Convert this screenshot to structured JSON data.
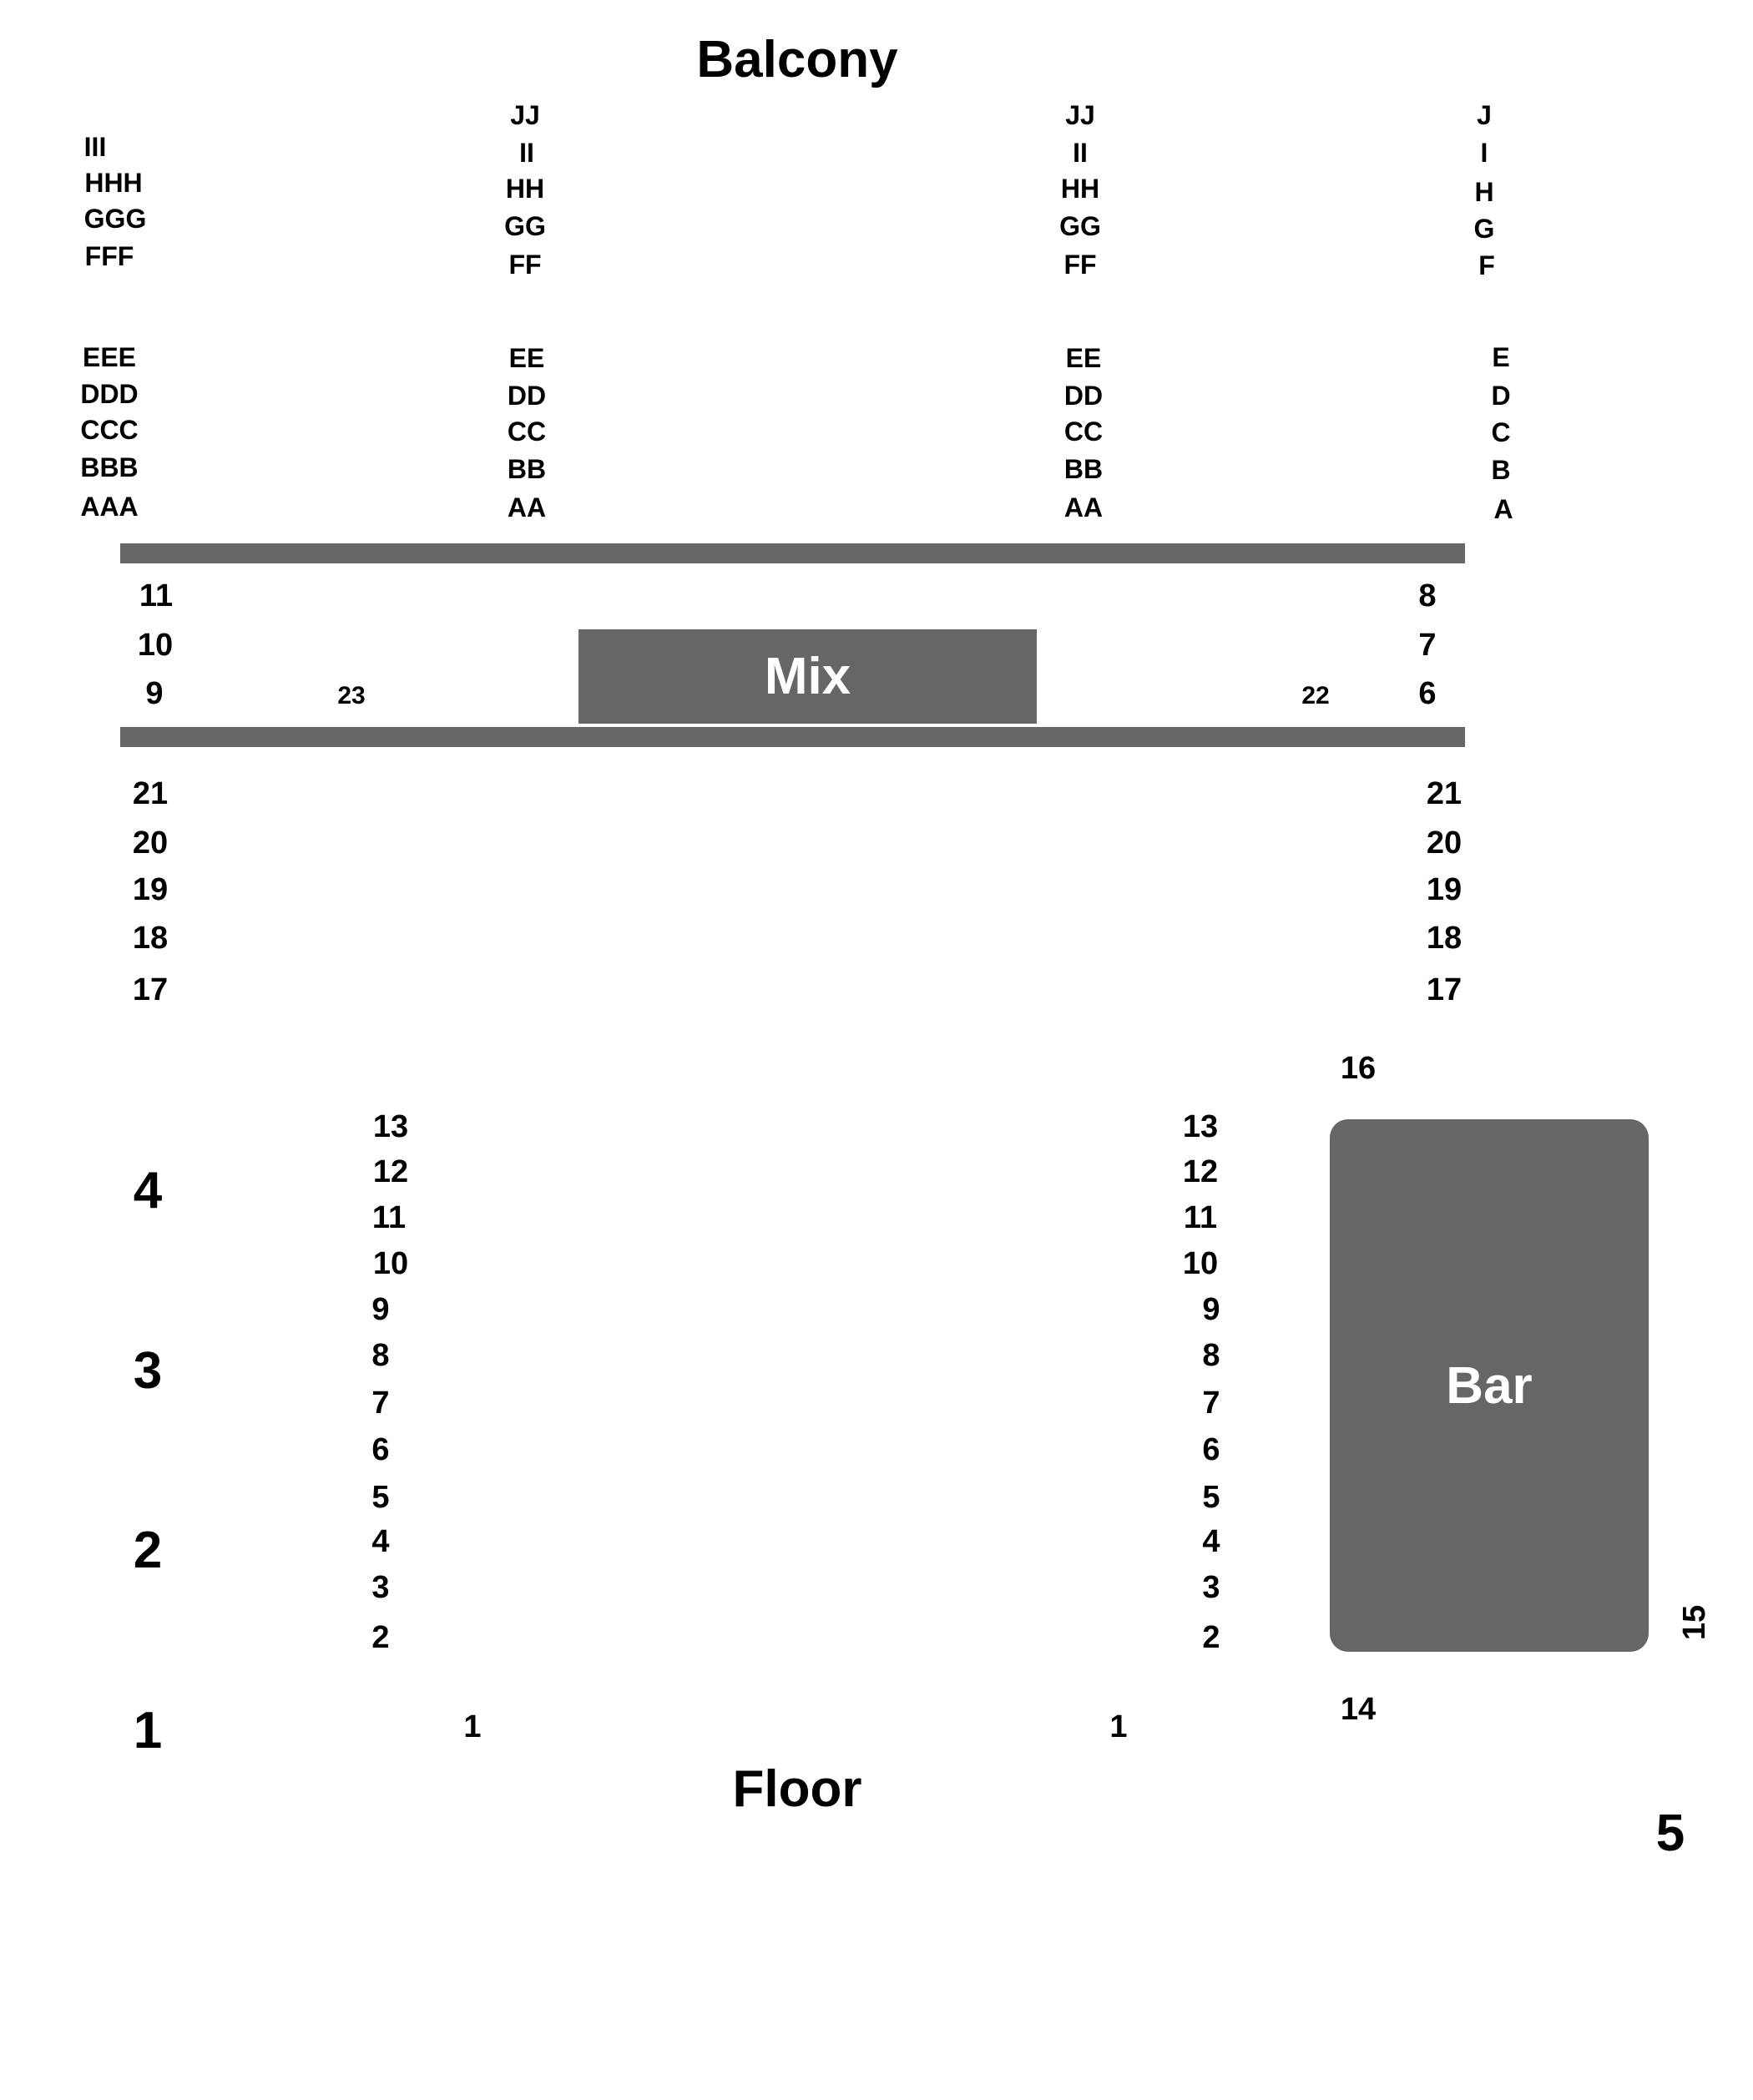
{
  "titles": {
    "balcony": "Balcony",
    "floor": "Floor"
  },
  "areas": {
    "mix": "Mix",
    "bar": "Bar"
  },
  "balcony_rows": {
    "left": [
      "III",
      "HHH",
      "GGG",
      "FFF",
      "EEE",
      "DDD",
      "CCC",
      "BBB",
      "AAA"
    ],
    "center_left": [
      "JJ",
      "II",
      "HH",
      "GG",
      "FF",
      "EE",
      "DD",
      "CC",
      "BB",
      "AA"
    ],
    "center_right": [
      "JJ",
      "II",
      "HH",
      "GG",
      "FF",
      "EE",
      "DD",
      "CC",
      "BB",
      "AA"
    ],
    "right": [
      "J",
      "I",
      "H",
      "G",
      "F",
      "E",
      "D",
      "C",
      "B",
      "A"
    ]
  },
  "mix_rows": {
    "left": [
      "11",
      "10",
      "9"
    ],
    "right": [
      "8",
      "7",
      "6"
    ],
    "inner_left": "23",
    "inner_right": "22"
  },
  "upper_floor_rows": {
    "left": [
      "21",
      "20",
      "19",
      "18",
      "17"
    ],
    "right": [
      "21",
      "20",
      "19",
      "18",
      "17"
    ]
  },
  "floor_rows": {
    "left": [
      "13",
      "12",
      "11",
      "10",
      "9",
      "8",
      "7",
      "6",
      "5",
      "4",
      "3",
      "2",
      "1"
    ],
    "right": [
      "13",
      "12",
      "11",
      "10",
      "9",
      "8",
      "7",
      "6",
      "5",
      "4",
      "3",
      "2",
      "1"
    ]
  },
  "bar_rows": {
    "top": "16",
    "side": "15",
    "bottom": "14"
  },
  "sections": [
    "4",
    "3",
    "2",
    "1",
    "5"
  ]
}
